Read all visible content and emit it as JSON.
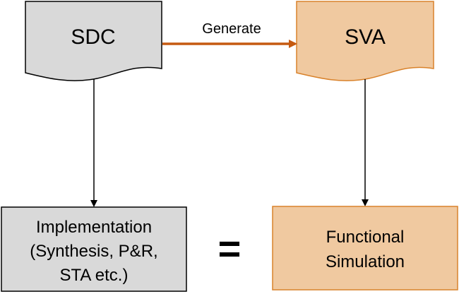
{
  "nodes": {
    "sdc": {
      "label": "SDC",
      "fill": "#d9d9d9",
      "stroke": "#000000"
    },
    "sva": {
      "label": "SVA",
      "fill": "#f0c9a0",
      "stroke": "#d9822b"
    },
    "implementation": {
      "lines": [
        "Implementation",
        "(Synthesis, P&R,",
        "STA etc.)"
      ],
      "fill": "#d9d9d9",
      "stroke": "#000000"
    },
    "functional_simulation": {
      "lines": [
        "Functional",
        "Simulation"
      ],
      "fill": "#f0c9a0",
      "stroke": "#d9822b"
    }
  },
  "edges": {
    "generate": {
      "label": "Generate",
      "color": "#c55a11"
    },
    "sdc_to_impl": {
      "color": "#000000"
    },
    "sva_to_sim": {
      "color": "#000000"
    }
  },
  "equals_sign": "="
}
